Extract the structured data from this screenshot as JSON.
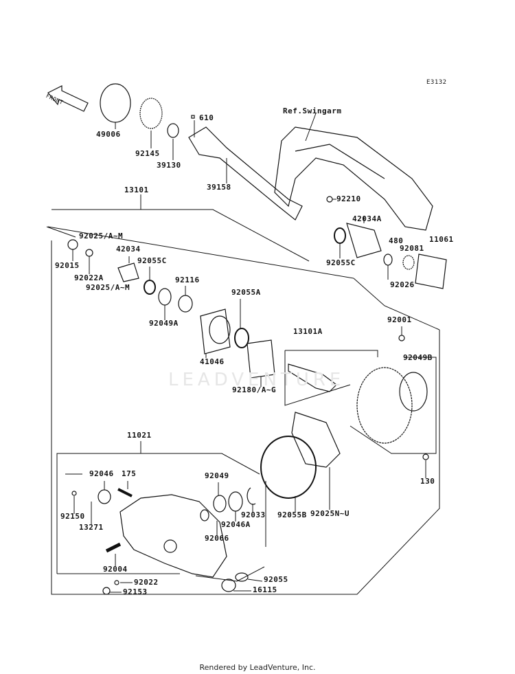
{
  "diagram_code": "E3132",
  "front_arrow_label": "FRONT",
  "watermark": "LEADVENTURE",
  "reference_label": "Ref.Swingarm",
  "footer": "Rendered by LeadVenture, Inc.",
  "parts": {
    "p49006": "49006",
    "p92145": "92145",
    "p610": "610",
    "p39130": "39130",
    "p39158": "39158",
    "p13101": "13101",
    "p92210": "92210",
    "p42034A": "42034A",
    "p480": "480",
    "p92081": "92081",
    "p11061": "11061",
    "p92055C_r": "92055C",
    "p92026": "92026",
    "p92025a": "92025/A~M",
    "p42034": "42034",
    "p92015": "92015",
    "p92055C": "92055C",
    "p92022A": "92022A",
    "p92025b": "92025/A~M",
    "p92116": "92116",
    "p92049A": "92049A",
    "p92055A": "92055A",
    "p13101A": "13101A",
    "p92001": "92001",
    "p92049B": "92049B",
    "p41046": "41046",
    "p92180": "92180/A~G",
    "p11021": "11021",
    "p92046": "92046",
    "p175": "175",
    "p92049": "92049",
    "p92150": "92150",
    "p92033": "92033",
    "p92055B": "92055B",
    "p92025N": "92025N~U",
    "p130": "130",
    "p13271": "13271",
    "p92046A": "92046A",
    "p92066": "92066",
    "p92004": "92004",
    "p92022": "92022",
    "p92055": "92055",
    "p16115": "16115",
    "p92153": "92153"
  }
}
